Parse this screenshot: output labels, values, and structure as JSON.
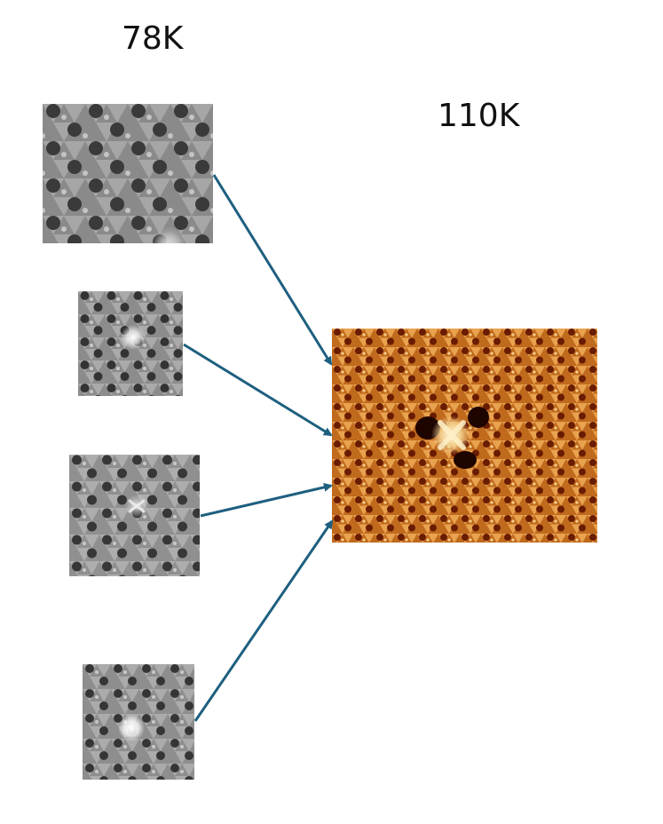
{
  "labels": {
    "left_column": "78K",
    "right_column": "110K"
  },
  "colors": {
    "arrow": "#1e5f7f",
    "gray_light": "#b4b4b4",
    "gray_dark": "#2a2a2a",
    "warm_light": "#f0b96a",
    "warm_dark": "#5a1800"
  },
  "panels": [
    {
      "id": "stm-78k-1",
      "defect": "faint-bright-center"
    },
    {
      "id": "stm-78k-2",
      "defect": "bright-spot"
    },
    {
      "id": "stm-78k-3",
      "defect": "cross-shaped"
    },
    {
      "id": "stm-78k-4",
      "defect": "bright-spot"
    },
    {
      "id": "stm-110k",
      "defect": "cross-shaped"
    }
  ]
}
